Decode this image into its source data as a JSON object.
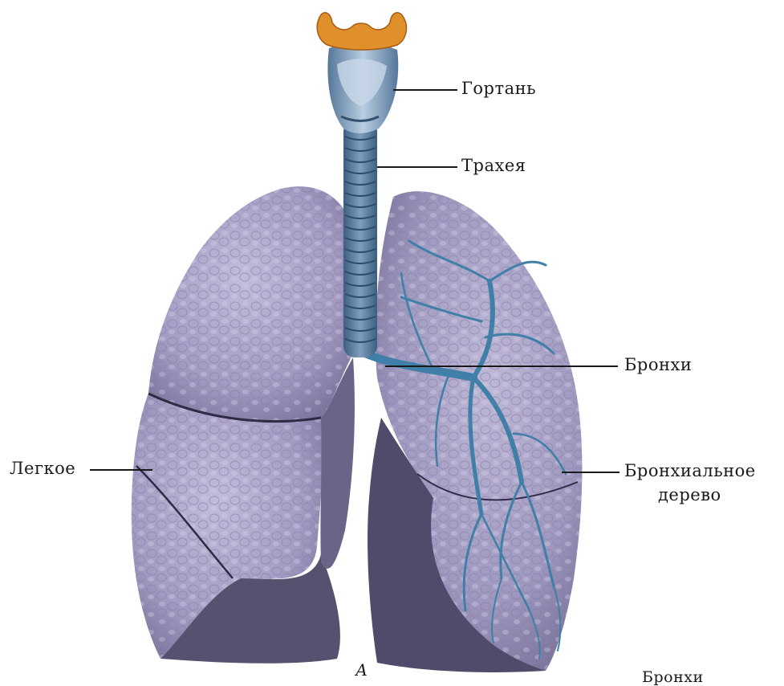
{
  "labels": {
    "larynx": "Гортань",
    "trachea": "Трахея",
    "bronchi": "Бронхи",
    "lung": "Легкое",
    "bronchial_tree_line1": "Бронхиальное",
    "bronchial_tree_line2": "дерево",
    "figure_letter": "А",
    "bottom_cut_label": "Бронхи"
  },
  "colors": {
    "lung_fill": "#a39bc2",
    "lung_shadow": "#6f6891",
    "lung_dark": "#4b4866",
    "airway_blue": "#3f7fa8",
    "trachea_fill": "#5d7fa3",
    "epiglottis_orange": "#e0902a",
    "leader_line": "#1a1a1a"
  },
  "icons": {
    "illustration": "lungs-anatomy-illustration"
  }
}
